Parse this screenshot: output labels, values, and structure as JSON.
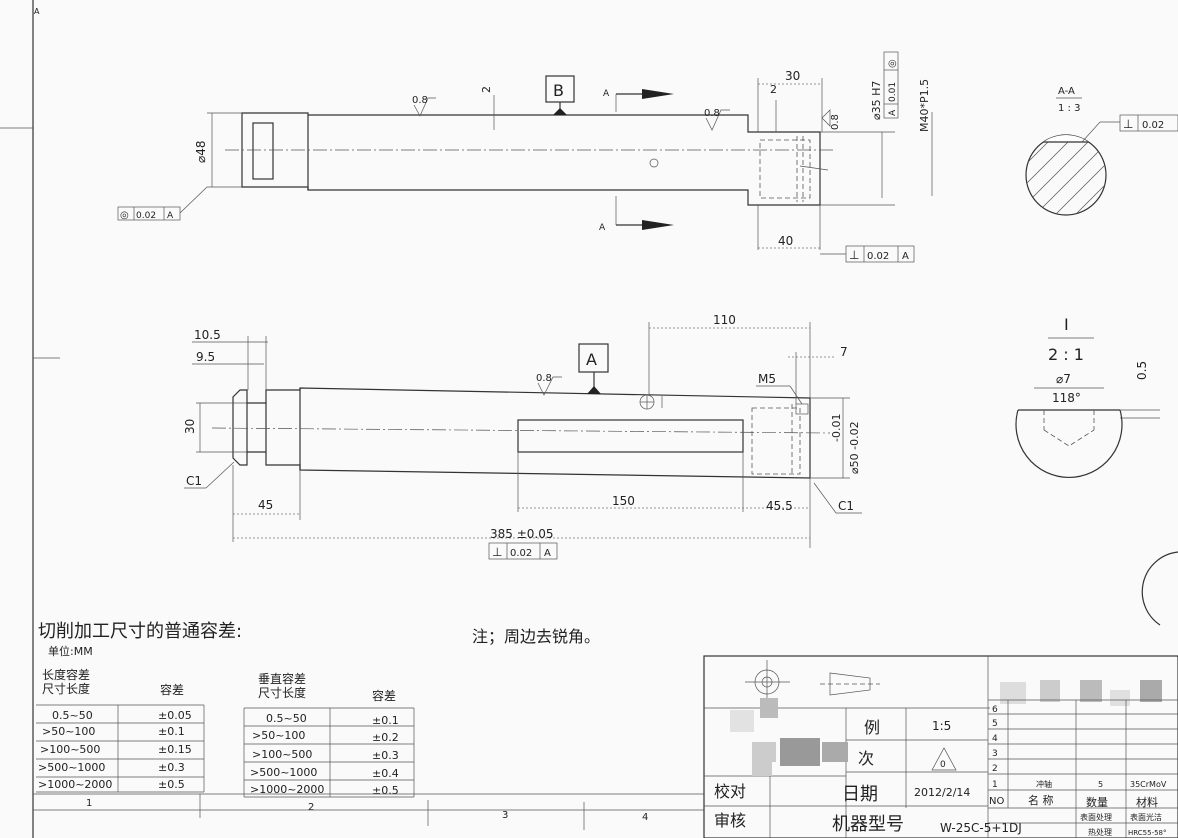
{
  "view_top": {
    "dia48": "⌀48",
    "datum_b": "B",
    "section_a_top": "A",
    "section_a_bottom": "A",
    "rough_left": "0.8",
    "rough_right": "0.8",
    "rough_end": "0.8",
    "step_2a": "2",
    "step_2b": "2",
    "dim_30": "30",
    "dim_40": "40",
    "bore": "⌀35 H7",
    "thread": "M40*P1.5",
    "fcf_left": [
      "◎",
      "0.02",
      "A"
    ],
    "fcf_bore": [
      "◎",
      "0.01",
      "A"
    ],
    "fcf_end": [
      "⊥",
      "0.02",
      "A"
    ]
  },
  "view_bottom": {
    "dim_10_5": "10.5",
    "dim_9_5": "9.5",
    "dim_30": "30",
    "datum_a": "A",
    "rough": "0.8",
    "dim_110": "110",
    "dim_7": "7",
    "m5": "M5",
    "tol_dia": "-0.01",
    "tol_dia2": "⌀50 -0.02",
    "c1_left": "C1",
    "c1_right": "C1",
    "dim_45": "45",
    "dim_150": "150",
    "dim_45_5": "45.5",
    "dim_385": "385 ±0.05",
    "fcf_len": [
      "⊥",
      "0.02",
      "A"
    ]
  },
  "section_aa": {
    "label": "A-A",
    "scale": "1 : 3",
    "fcf": [
      "⊥",
      "0.02"
    ]
  },
  "detail_i": {
    "label": "I",
    "scale": "2 : 1",
    "dia7": "⌀7",
    "angle": "118°",
    "dim_05": "0.5"
  },
  "tolerance_title": "切削加工尺寸的普通容差:",
  "unit": "单位:MM",
  "note": "注；周边去锐角。",
  "len_table": {
    "header1": "长度容差",
    "header2": "尺寸长度",
    "header3": "容差",
    "rows": [
      [
        "0.5~50",
        "±0.05"
      ],
      [
        ">50~100",
        "±0.1"
      ],
      [
        ">100~500",
        "±0.15"
      ],
      [
        ">500~1000",
        "±0.3"
      ],
      [
        ">1000~2000",
        "±0.5"
      ]
    ]
  },
  "vert_table": {
    "header1": "垂直容差",
    "header2": "尺寸长度",
    "header3": "容差",
    "rows": [
      [
        "0.5~50",
        "±0.1"
      ],
      [
        ">50~100",
        "±0.2"
      ],
      [
        ">100~500",
        "±0.3"
      ],
      [
        ">500~1000",
        "±0.4"
      ],
      [
        ">1000~2000",
        "±0.5"
      ]
    ]
  },
  "zones": [
    "1",
    "2",
    "3",
    "4"
  ],
  "title_block": {
    "scale_label": "例",
    "scale_value": "1:5",
    "rev_label": "次",
    "rev_value": "0",
    "check_label": "校对",
    "date_label": "日期",
    "date_value": "2012/2/14",
    "review_label": "审核",
    "model_label": "机器型号",
    "model_value": "W-25C-5+1DJ"
  },
  "parts_list": {
    "row_numbers": [
      "6",
      "5",
      "4",
      "3",
      "2",
      "1"
    ],
    "no_label": "NO",
    "name_label": "名 称",
    "qty_label": "数量",
    "material_label": "材料",
    "row1": [
      "冲轴",
      "5",
      "35CrMoV"
    ],
    "surface_label": "表面处理",
    "surface_value": "表面光洁",
    "heat_label": "热处理",
    "heat_value": "HRC55-58°"
  }
}
